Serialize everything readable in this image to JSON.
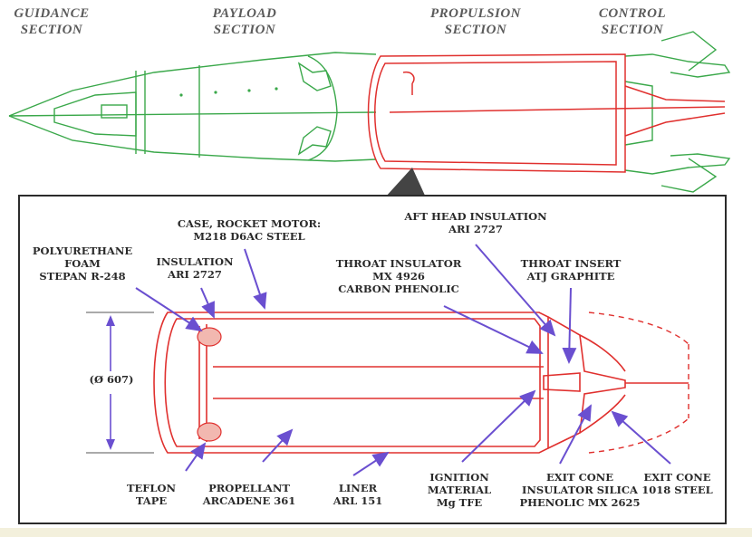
{
  "sections": {
    "guidance": [
      "GUIDANCE",
      "SECTION"
    ],
    "payload": [
      "PAYLOAD",
      "SECTION"
    ],
    "propulsion": [
      "PROPULSION",
      "SECTION"
    ],
    "control": [
      "CONTROL",
      "SECTION"
    ]
  },
  "labels": {
    "case": [
      "CASE, ROCKET MOTOR:",
      "M218 D6AC STEEL"
    ],
    "aft_head": [
      "AFT HEAD INSULATION",
      "ARI 2727"
    ],
    "polyurethane": [
      "POLYURETHANE",
      "FOAM",
      "STEPAN R-248"
    ],
    "insulation": [
      "INSULATION",
      "ARI 2727"
    ],
    "throat_insulator": [
      "THROAT INSULATOR",
      "MX 4926",
      "CARBON PHENOLIC"
    ],
    "throat_insert": [
      "THROAT INSERT",
      "ATJ GRAPHITE"
    ],
    "diameter": "(Ø 607)",
    "teflon": [
      "TEFLON",
      "TAPE"
    ],
    "propellant": [
      "PROPELLANT",
      "ARCADENE 361"
    ],
    "liner": [
      "LINER",
      "ARL 151"
    ],
    "ignition": [
      "IGNITION",
      "MATERIAL",
      "Mg TFE"
    ],
    "exit_cone_insulator": [
      "EXIT CONE",
      "INSULATOR SILICA",
      "PHENOLIC MX 2625"
    ],
    "exit_cone": [
      "EXIT CONE",
      "1018 STEEL"
    ]
  },
  "colors": {
    "missile_outline": "#3aa84a",
    "motor_outline": "#e0302e",
    "arrow": "#6a4fd0",
    "frame": "#2b2b2b",
    "section_text": "#5b5b5b",
    "label_text": "#2a2a2a"
  }
}
